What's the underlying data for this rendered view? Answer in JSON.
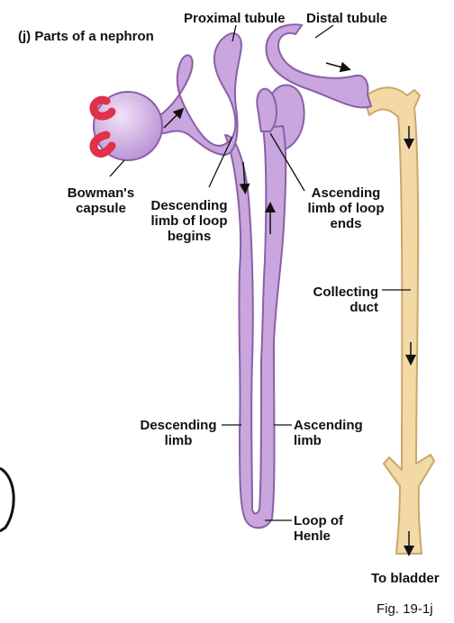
{
  "title": "(j) Parts of a nephron",
  "labels": {
    "proximal_tubule": "Proximal tubule",
    "distal_tubule": "Distal tubule",
    "bowmans_capsule": [
      "Bowman's",
      "capsule"
    ],
    "descending_limb_begins": [
      "Descending",
      "limb of loop",
      "begins"
    ],
    "ascending_limb_ends": [
      "Ascending",
      "limb of loop",
      "ends"
    ],
    "collecting_duct": [
      "Collecting",
      "duct"
    ],
    "descending_limb": [
      "Descending",
      "limb"
    ],
    "ascending_limb": [
      "Ascending",
      "limb"
    ],
    "loop_of_henle": [
      "Loop of",
      "Henle"
    ],
    "to_bladder": "To bladder"
  },
  "figure_number": "Fig. 19-1j",
  "colors": {
    "nephron_fill": "#c9a6dd",
    "nephron_outline": "#8a5fa8",
    "capsule_fill": "#d8b8ea",
    "arteriole": "#e0304a",
    "duct_fill": "#f3d9a6",
    "duct_outline": "#c9a86a"
  }
}
